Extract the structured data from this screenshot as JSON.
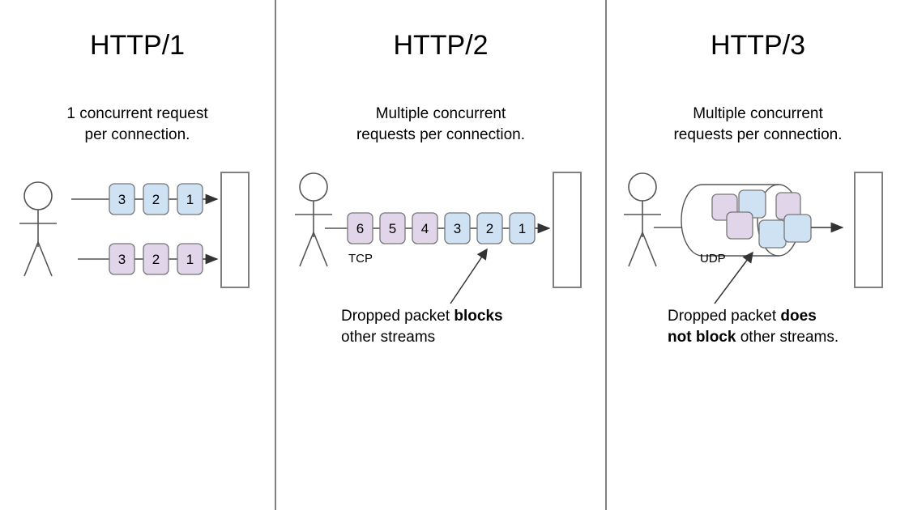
{
  "diagram": {
    "title_text": "HTTP/1 vs HTTP/2 vs HTTP/3 multiplexing comparison",
    "background": "#ffffff",
    "divider_color": "#808080",
    "stroke_color": "#666666",
    "arrow_color": "#333333",
    "packet_blue": "#cfe2f3",
    "packet_purple": "#e0d5e9",
    "packet_stroke": "#777777",
    "server_fill": "#ffffff",
    "server_stroke": "#808080"
  },
  "panels": [
    {
      "id": "http1",
      "title": "HTTP/1",
      "subtitle": "1 concurrent request\nper connection.",
      "transport_label": "",
      "caption_plain": "",
      "caption_bold": "",
      "caption_tail": "",
      "connections": [
        {
          "id": "conn-1",
          "color": "blue",
          "packets": [
            "3",
            "2",
            "1"
          ]
        },
        {
          "id": "conn-2",
          "color": "purple",
          "packets": [
            "3",
            "2",
            "1"
          ]
        }
      ]
    },
    {
      "id": "http2",
      "title": "HTTP/2",
      "subtitle": "Multiple concurrent\nrequests per connection.",
      "transport_label": "TCP",
      "caption_plain": "Dropped packet ",
      "caption_bold": "blocks",
      "caption_tail": "\nother streams",
      "connections": [
        {
          "id": "conn-1",
          "color": "mixed",
          "packets": [
            "6",
            "5",
            "4",
            "3",
            "2",
            "1"
          ],
          "packet_colors": [
            "purple",
            "purple",
            "purple",
            "blue",
            "blue",
            "blue"
          ]
        }
      ]
    },
    {
      "id": "http3",
      "title": "HTTP/3",
      "subtitle": "Multiple concurrent\nrequests per connection.",
      "transport_label": "UDP",
      "caption_plain": "Dropped packet ",
      "caption_bold": "does\nnot block",
      "caption_tail": " other streams.",
      "connections": [
        {
          "id": "conn-1",
          "color": "mixed",
          "packets": [
            "",
            "",
            "",
            "",
            "",
            ""
          ],
          "packet_colors": [
            "purple",
            "blue",
            "purple",
            "purple",
            "blue",
            "blue"
          ]
        }
      ]
    }
  ],
  "figures": {
    "client_label": "client-stick-figure",
    "server_label": "server-rectangle"
  }
}
